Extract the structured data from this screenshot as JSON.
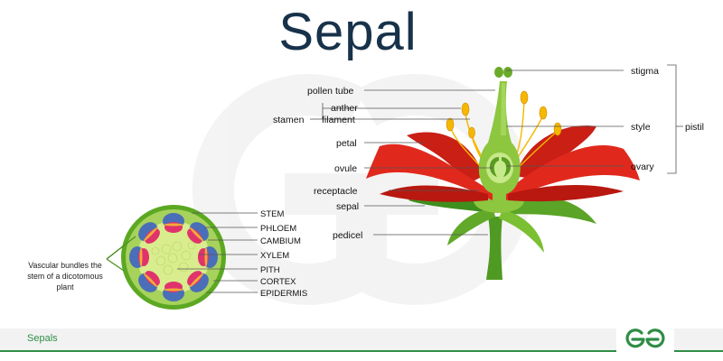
{
  "title": "Sepal",
  "footer": {
    "caption": "Sepals"
  },
  "colors": {
    "title": "#17324a",
    "brand_green": "#2f8d46",
    "petal": "#e0291c",
    "sepal": "#6aab2a",
    "pistil": "#8dc63f",
    "stamen": "#f5b800"
  },
  "flower_labels": {
    "pollen_tube": "pollen tube",
    "anther": "anther",
    "filament": "filament",
    "stamen": "stamen",
    "petal": "petal",
    "ovule": "ovule",
    "receptacle": "receptacle",
    "sepal": "sepal",
    "pedicel": "pedicel",
    "stigma": "stigma",
    "style": "style",
    "ovary": "ovary",
    "pistil": "pistil"
  },
  "stem_labels": {
    "stem": "STEM",
    "phloem": "PHLOEM",
    "cambium": "CAMBIUM",
    "xylem": "XYLEM",
    "pith": "PITH",
    "cortex": "CORTEX",
    "epidermis": "EPIDERMIS"
  },
  "stem_caption": [
    "Vascular bundles the",
    "stem of a dicotomous",
    "plant"
  ],
  "logo_icon": "geeksforgeeks-logo-icon"
}
